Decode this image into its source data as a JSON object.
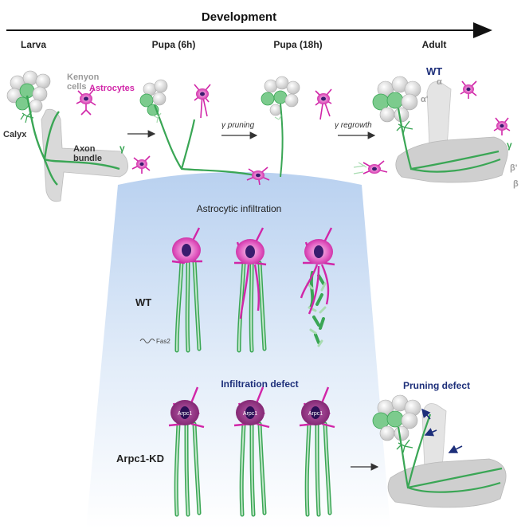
{
  "colors": {
    "green": "#3aa655",
    "green_light": "#a9dcb2",
    "magenta": "#d126a8",
    "magenta_light": "#f0b4e3",
    "purple": "#3a1c6e",
    "navy": "#1d2f7a",
    "gray": "#d4d4d4",
    "gray_dark": "#9e9e9e",
    "blue_tint": "#cfe0f5"
  },
  "header": {
    "title": "Development",
    "stages": [
      "Larva",
      "Pupa (6h)",
      "Pupa (18h)",
      "Adult"
    ]
  },
  "larva": {
    "kenyon": "Kenyon\ncells",
    "astrocytes": "Astrocytes",
    "calyx": "Calyx",
    "axon_bundle": "Axon\nbundle",
    "gamma": "γ"
  },
  "transitions": {
    "pruning": "γ pruning",
    "regrowth": "γ regrowth"
  },
  "adult": {
    "wt": "WT",
    "alpha": "α",
    "alpha_prime": "α'",
    "gamma": "γ",
    "beta_prime": "β'",
    "beta": "β"
  },
  "infiltration": {
    "title": "Astrocytic infiltration",
    "wt": "WT",
    "fas2": "Fas2"
  },
  "knockdown": {
    "infiltration_defect": "Infiltration defect",
    "pruning_defect": "Pruning defect",
    "arpc1_kd": "Arpc1-KD",
    "arpc1": "Arpc1"
  }
}
